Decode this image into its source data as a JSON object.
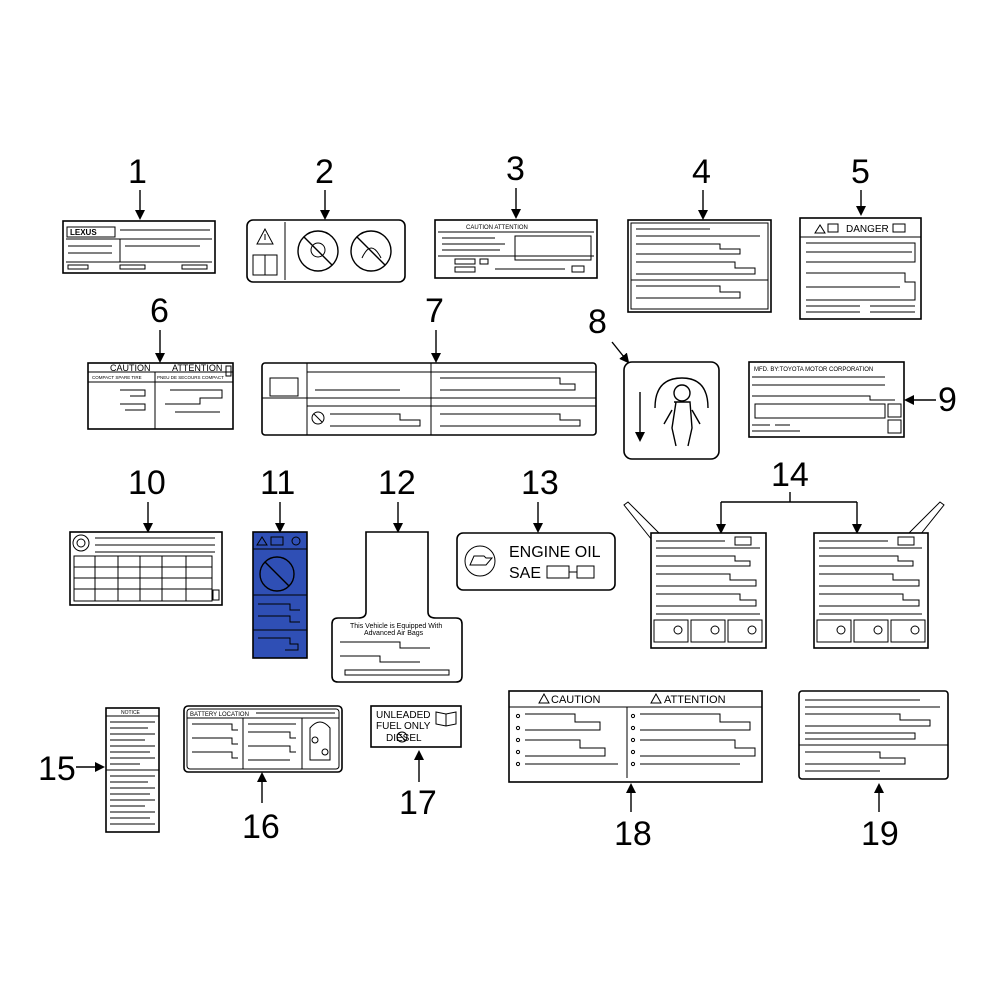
{
  "callouts": [
    "1",
    "2",
    "3",
    "4",
    "5",
    "6",
    "7",
    "8",
    "9",
    "10",
    "11",
    "12",
    "13",
    "14",
    "15",
    "16",
    "17",
    "18",
    "19"
  ],
  "labels": {
    "l1_brand": "LEXUS",
    "l3_title": "CAUTION ATTENTION",
    "l5_title": "DANGER",
    "l6_caution": "CAUTION",
    "l6_attention": "ATTENTION",
    "l6_sub_left": "COMPACT SPARE TIRE",
    "l6_sub_right": "PNEU DE SECOURS COMPACT",
    "l9_mfd": "MFD. BY:TOYOTA MOTOR CORPORATION",
    "l12_line1": "This Vehicle is Equipped With",
    "l12_line2": "Advanced Air Bags",
    "l13_line1": "ENGINE OIL",
    "l13_line2": "SAE",
    "l15_title": "NOTICE",
    "l16_title": "BATTERY LOCATION",
    "l17_line1": "UNLEADED",
    "l17_line2": "FUEL ONLY",
    "l17_line3": "DIESEL",
    "l18_caution": "CAUTION",
    "l18_attention": "ATTENTION"
  },
  "colors": {
    "highlight": "#2f4fb5",
    "ink": "#000000"
  }
}
